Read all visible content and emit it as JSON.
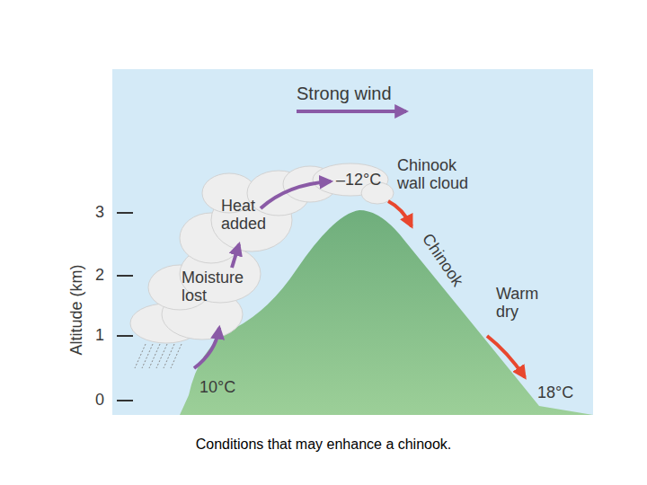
{
  "diagram": {
    "caption": "Conditions that may enhance a chinook.",
    "labels": [
      "Strong wind",
      "–12°C",
      "Chinook wall cloud",
      "Heat added",
      "Moisture lost",
      "10°C",
      "Chinook",
      "Warm dry",
      "18°C",
      "Altitude (km)",
      "3",
      "2",
      "1",
      "0"
    ]
  }
}
